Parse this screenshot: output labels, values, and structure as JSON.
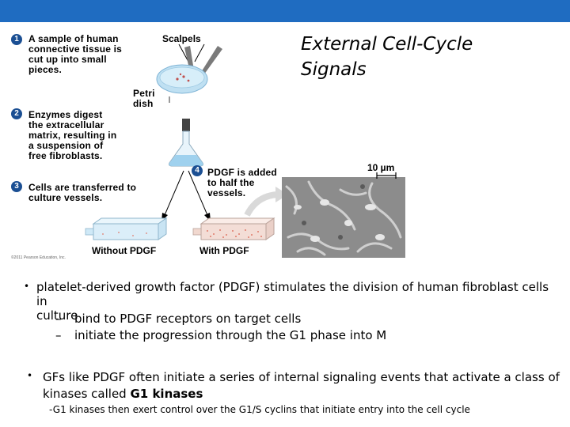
{
  "slide": {
    "title_line1": "External Cell-Cycle",
    "title_line2": "Signals"
  },
  "figure": {
    "step1_number": "1",
    "step1_text": [
      "A sample of human",
      "connective tissue is",
      "cut up into small",
      "pieces."
    ],
    "scalpels_label": "Scalpels",
    "petri_label": [
      "Petri",
      "dish"
    ],
    "step2_number": "2",
    "step2_text": [
      "Enzymes digest",
      "the extracellular",
      "matrix, resulting in",
      "a suspension of",
      "free fibroblasts."
    ],
    "step3_number": "3",
    "step3_text": [
      "Cells are transferred to",
      "culture vessels."
    ],
    "step4_number": "4",
    "step4_text": [
      "PDGF is added",
      "to half the",
      "vessels."
    ],
    "scale_label": "10 µm",
    "without_label": "Without PDGF",
    "with_label": "With PDGF",
    "copyright": "©2011 Pearson Education, Inc."
  },
  "bullets": {
    "b1_text": [
      "platelet-derived growth factor (PDGF) stimulates the division of human fibroblast cells in",
      "culture"
    ],
    "b1_subs": [
      "bind to PDGF receptors on target cells",
      "initiate the progression through the G1 phase into M"
    ],
    "b2_text_line1": "GFs like PDGF often initiate a series of internal signaling events that activate a class of",
    "b2_text_line2_plain": "kinases called ",
    "b2_text_line2_bold": "G1 kinases",
    "b2_note": "-G1 kinases then exert control over the G1/S cyclins that initiate entry into the cell cycle",
    "bullet_symbol": "•",
    "dash_symbol": "–"
  },
  "colors": {
    "topbar": "#1f6cc1",
    "step_number_bg": "#1b4f93",
    "dish_blue": "#bfe0f2",
    "vessel_blue": "#cfe9f7",
    "vessel_pink_dots": "#e07a6a"
  }
}
